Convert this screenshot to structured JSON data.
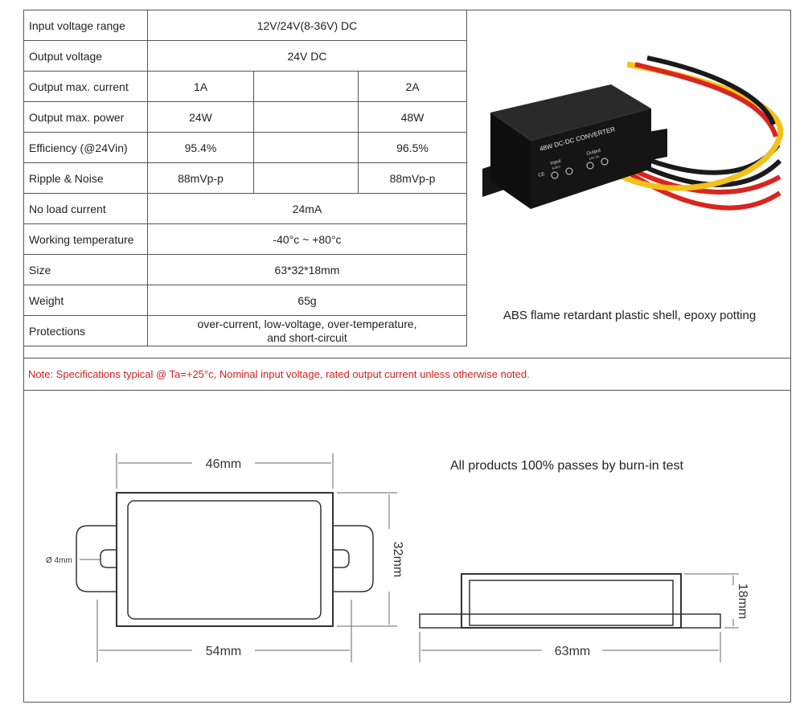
{
  "spec_table": {
    "rows": [
      {
        "label": "Input voltage range",
        "value": "12V/24V(8-36V) DC"
      },
      {
        "label": "Output voltage",
        "value": "24V DC"
      },
      {
        "label": "Output max. current",
        "v1": "1A",
        "v2": "",
        "v3": "2A"
      },
      {
        "label": "Output max. power",
        "v1": "24W",
        "v2": "",
        "v3": "48W"
      },
      {
        "label": "Efficiency (@24Vin)",
        "v1": "95.4%",
        "v2": "",
        "v3": "96.5%"
      },
      {
        "label": "Ripple & Noise",
        "v1": "88mVp-p",
        "v2": "",
        "v3": "88mVp-p"
      },
      {
        "label": "No load current",
        "value": "24mA"
      },
      {
        "label": "Working temperature",
        "value": "-40°c ~ +80°c"
      },
      {
        "label": "Size",
        "value": "63*32*18mm"
      },
      {
        "label": "Weight",
        "value": "65g"
      },
      {
        "label": "Protections",
        "value_line1": "over-current, low-voltage, over-temperature,",
        "value_line2": "and short-circuit"
      }
    ]
  },
  "photo": {
    "caption": "ABS flame retardant plastic shell, epoxy potting",
    "module_label_title": "48W DC-DC CONVERTER",
    "module_input": "Input",
    "module_output": "Output",
    "module_input_spec": "8-36V",
    "module_output_spec": "24V 2A",
    "module_ce": "CE"
  },
  "note": "Note: Specifications typical @ Ta=+25°c, Nominal input voltage, rated output current unless otherwise noted.",
  "drawing": {
    "burn_in": "All products 100% passes by burn-in test",
    "dim_top_width": "46mm",
    "dim_bottom_width": "54mm",
    "dim_height": "32mm",
    "dim_hole": "Ø 4mm",
    "dim_side_width": "63mm",
    "dim_side_height": "18mm"
  },
  "colors": {
    "note": "#d02020",
    "wire_red": "#d8261e",
    "wire_black": "#1a1a1a",
    "wire_yellow": "#f2c21a",
    "case": "#151515"
  }
}
